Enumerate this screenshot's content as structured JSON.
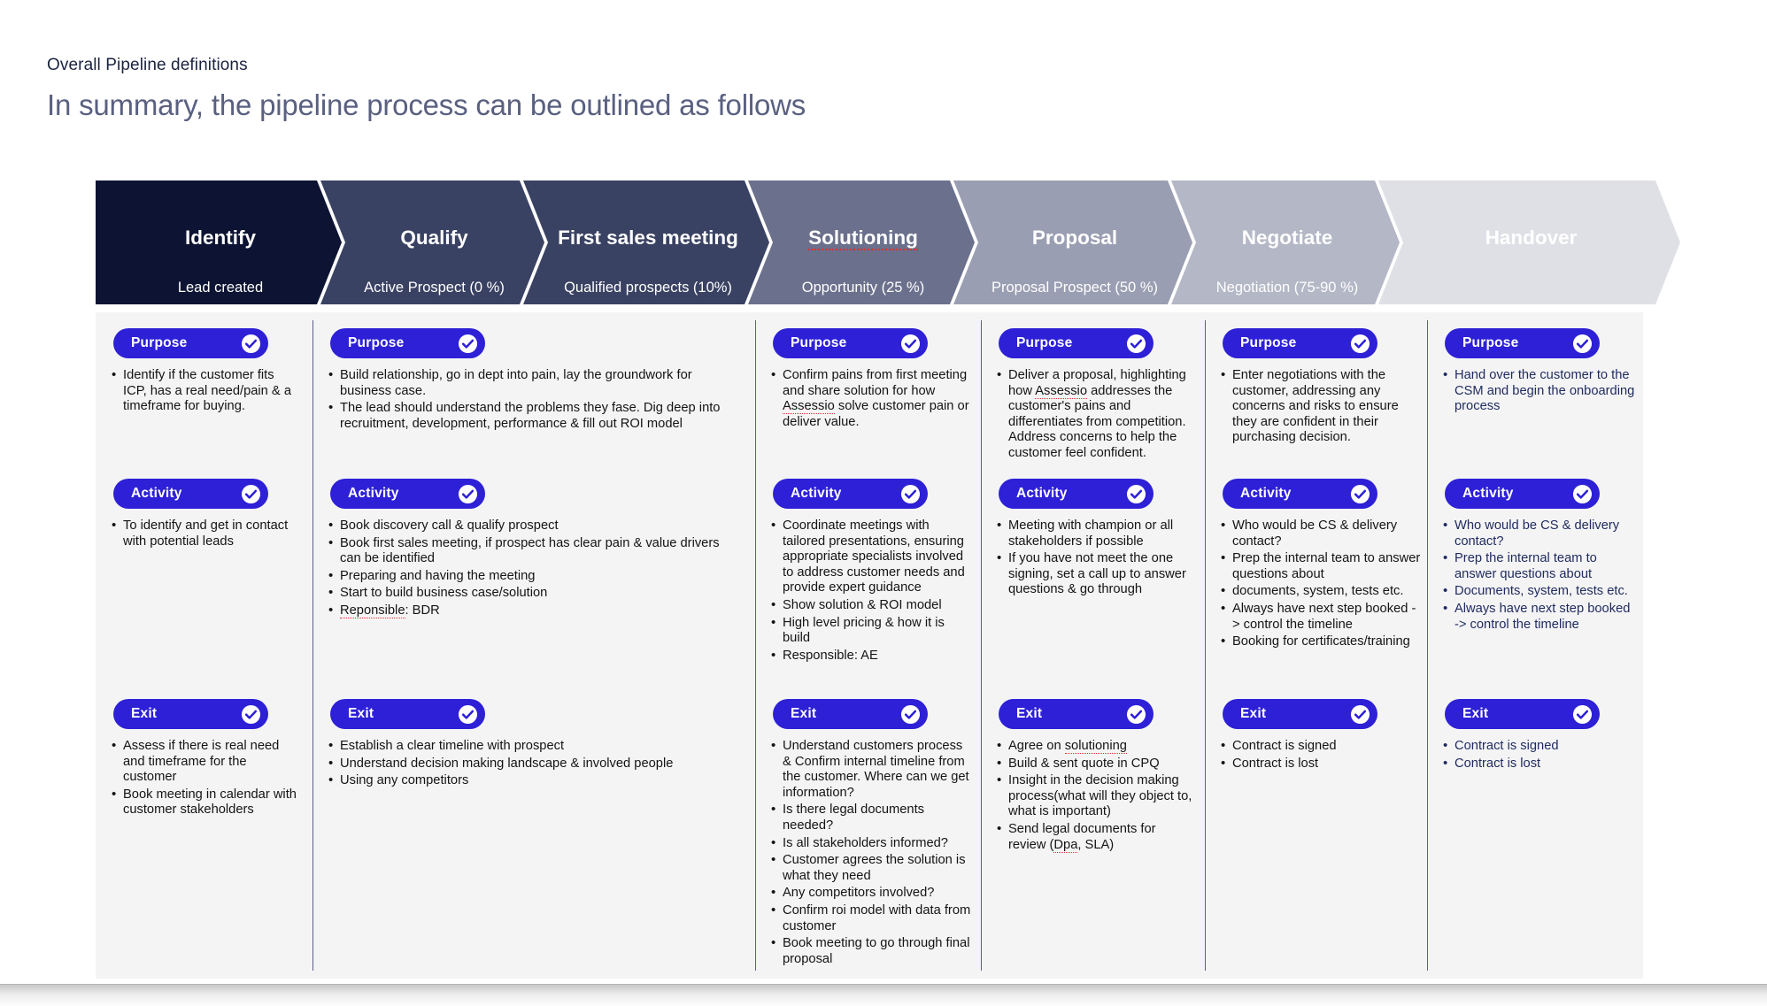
{
  "header": {
    "eyebrow": "Overall Pipeline definitions",
    "headline": "In summary, the pipeline process can be outlined as follows"
  },
  "colors": {
    "badge_blue": "#2d20d6",
    "panel_bg": "#f4f4f5",
    "headline_gray": "#5a6080",
    "divider": "#5a5f87",
    "spellcheck_red": "#e03030"
  },
  "stages": [
    {
      "title": "Identify",
      "subtitle": "Lead created",
      "color": "#0d1433",
      "misspelled": false
    },
    {
      "title": "Qualify",
      "subtitle": "Active Prospect (0 %)",
      "color": "#3a4263",
      "misspelled": false
    },
    {
      "title": "First sales meeting",
      "subtitle": "Qualified prospects (10%)",
      "color": "#3a4263",
      "misspelled": false
    },
    {
      "title": "Solutioning",
      "subtitle": "Opportunity (25 %)",
      "color": "#6b708c",
      "misspelled": true
    },
    {
      "title": "Proposal",
      "subtitle": "Proposal Prospect (50 %)",
      "color": "#9a9eb2",
      "misspelled": false
    },
    {
      "title": "Negotiate",
      "subtitle": "Negotiation (75-90 %)",
      "color": "#b4b7c6",
      "misspelled": false
    },
    {
      "title": "Handover",
      "subtitle": "",
      "color": "#dfe0e6",
      "misspelled": false
    }
  ],
  "section_labels": {
    "purpose": "Purpose",
    "activity": "Activity",
    "exit": "Exit"
  },
  "icons": {
    "check": "check-circle-icon"
  },
  "columns": [
    {
      "key": "identify",
      "purpose": [
        "Identify if the customer fits ICP, has a real need/pain & a timeframe for buying."
      ],
      "activity": [
        "To identify and get in contact with potential leads"
      ],
      "exit": [
        "Assess if there is real need and timeframe for the customer",
        "Book meeting in calendar with customer stakeholders"
      ]
    },
    {
      "key": "qualify",
      "purpose": [
        "Build relationship, go in dept into pain, lay the groundwork for business case.",
        "The lead should understand the problems they fase. Dig deep into recruitment, development, performance & fill out ROI model"
      ],
      "activity": [
        "Book discovery call & qualify prospect",
        "Book first sales meeting, if prospect has clear pain & value drivers can be identified",
        "Preparing and having the meeting",
        "Start to build business case/solution",
        "Reponsible: BDR"
      ],
      "exit": [
        "Establish a clear timeline with prospect",
        "Understand decision making landscape & involved people",
        "Using any competitors"
      ]
    },
    {
      "key": "first-sales-meeting",
      "purpose": [
        "Confirm pains from first meeting and share solution for how Assessio solve customer pain or deliver value."
      ],
      "activity": [
        "Coordinate meetings with tailored presentations, ensuring appropriate specialists involved to address customer needs and provide expert guidance",
        "Show solution & ROI model",
        "High level pricing & how it is build",
        "Responsible: AE"
      ],
      "exit": [
        "Understand customers process & Confirm internal timeline from the customer. Where can we get information?",
        "Is there legal documents needed?",
        "Is all stakeholders informed?",
        "Customer agrees the solution is what they need",
        "Any competitors involved?",
        "Confirm roi model with data from customer",
        "Book meeting to go through final proposal"
      ]
    },
    {
      "key": "proposal",
      "purpose": [
        "Deliver a proposal, highlighting how Assessio addresses the customer's pains and differentiates from competition. Address concerns to help the customer feel confident."
      ],
      "activity": [
        "Meeting with champion or all stakeholders if possible",
        "If you have not meet the one signing, set a call up to answer questions & go through"
      ],
      "exit": [
        "Agree on solutioning",
        "Build & sent quote in CPQ",
        "Insight in the decision making process(what will they object to, what is important)",
        "Send legal documents for review (Dpa, SLA)"
      ]
    },
    {
      "key": "negotiate",
      "purpose": [
        "Enter negotiations with the customer, addressing any concerns and risks to ensure they are confident in their purchasing decision."
      ],
      "activity": [
        "Who would be CS & delivery contact?",
        "Prep the internal team to answer questions about",
        "documents, system, tests etc.",
        "Always have next step booked -> control the timeline",
        "Booking for certificates/training"
      ],
      "exit": [
        "Contract is signed",
        "Contract is lost"
      ]
    },
    {
      "key": "handover",
      "purpose": [
        "Hand over the customer to the CSM and begin the onboarding process"
      ],
      "activity": [
        "Who would be CS & delivery contact?",
        "Prep the internal team to answer questions about",
        "Documents, system, tests etc.",
        "Always have next step booked -> control the timeline"
      ],
      "exit": [
        "Contract is signed",
        "Contract is lost"
      ]
    }
  ]
}
